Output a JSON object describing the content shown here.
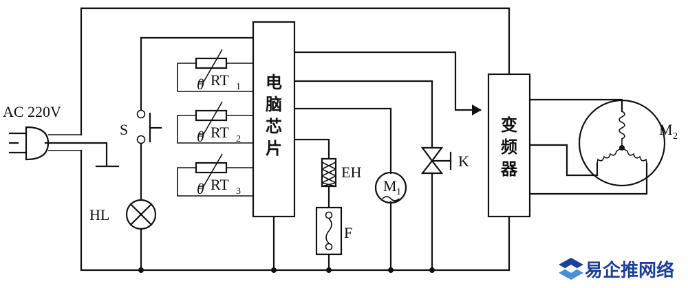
{
  "labels": {
    "ac_source": "AC 220V",
    "switch_s": "S",
    "lamp_hl": "HL",
    "sensor_prefix": "RT",
    "sensor_1_sub": "1",
    "sensor_2_sub": "2",
    "sensor_3_sub": "3",
    "theta": "θ",
    "chip_line1": "电",
    "chip_line2": "脑",
    "chip_line3": "芯",
    "chip_line4": "片",
    "heater_eh": "EH",
    "fuse_f": "F",
    "motor_m1": "M",
    "motor_m1_sub": "1",
    "valve_k": "K",
    "inverter_line1": "变",
    "inverter_line2": "频",
    "inverter_line3": "器",
    "motor_m2": "M",
    "motor_m2_sub": "2"
  },
  "watermark": {
    "text": "易企推网络",
    "color": "#1e3f9a"
  }
}
